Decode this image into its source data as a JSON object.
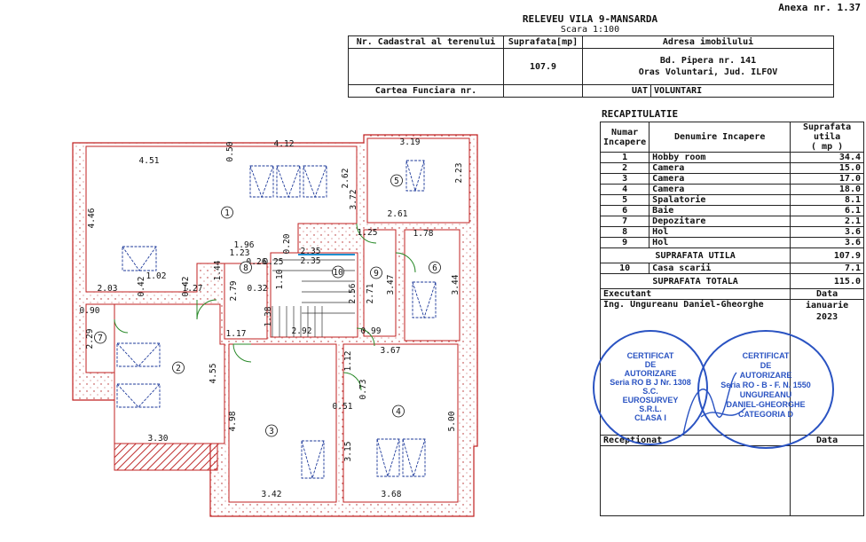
{
  "annex": "Anexa nr. 1.37",
  "title": "RELEVEU VILA 9-MANSARDA",
  "scale": "Scara 1:100",
  "info_table": {
    "h_cadastral": "Nr. Cadastral al terenului",
    "h_area": "Suprafata[mp]",
    "h_address": "Adresa imobilului",
    "area_value": "107.9",
    "address_line1": "Bd. Pipera nr. 141",
    "address_line2": "Oras Voluntari, Jud. ILFOV",
    "carte_funciara": "Cartea Funciara nr.",
    "uat_label": "UAT",
    "uat_value": "VOLUNTARI"
  },
  "recap": {
    "title": "RECAPITULATIE",
    "h_num": "Numar",
    "h_num2": "Incapere",
    "h_name": "Denumire Incapere",
    "h_area": "Suprafata utila",
    "h_area_unit": "( mp )",
    "rooms": [
      {
        "n": "1",
        "name": "Hobby room",
        "area": "34.4"
      },
      {
        "n": "2",
        "name": "Camera",
        "area": "15.0"
      },
      {
        "n": "3",
        "name": "Camera",
        "area": "17.0"
      },
      {
        "n": "4",
        "name": "Camera",
        "area": "18.0"
      },
      {
        "n": "5",
        "name": "Spalatorie",
        "area": "8.1"
      },
      {
        "n": "6",
        "name": "Baie",
        "area": "6.1"
      },
      {
        "n": "7",
        "name": "Depozitare",
        "area": "2.1"
      },
      {
        "n": "8",
        "name": "Hol",
        "area": "3.6"
      },
      {
        "n": "9",
        "name": "Hol",
        "area": "3.6"
      }
    ],
    "useful_label": "SUPRAFATA UTILA",
    "useful_value": "107.9",
    "stair_n": "10",
    "stair_name": "Casa scarii",
    "stair_area": "7.1",
    "total_label": "SUPRAFATA TOTALA",
    "total_value": "115.0",
    "executant_label": "Executant",
    "date_label": "Data",
    "executant_name": "Ing. Ungureanu Daniel-Gheorghe",
    "date_value_1": "ianuarie",
    "date_value_2": "2023",
    "receptionat_label": "Receptionat",
    "date_label_2": "Data"
  },
  "stamp1": {
    "lines": [
      "CERTIFICAT",
      "DE",
      "AUTORIZARE",
      "Seria RO B J Nr. 1308",
      "S.C.",
      "EUROSURVEY",
      "S.R.L.",
      "CLASA I"
    ]
  },
  "stamp2": {
    "lines": [
      "CERTIFICAT",
      "DE",
      "AUTORIZARE",
      "Seria RO - B - F. N. 1550",
      "UNGUREANU",
      "DANIEL-GHEORGHE",
      "CATEGORIA D"
    ]
  },
  "plan_labels": {
    "d_451": "4.51",
    "d_050": "0.50",
    "d_412": "4.12",
    "d_319": "3.19",
    "d_262": "2.62",
    "d_223": "2.23",
    "d_446": "4.46",
    "d_372": "3.72",
    "d_261": "2.61",
    "d_125": "1.25",
    "d_178": "1.78",
    "d_196": "1.96",
    "d_123": "1.23",
    "d_020": "0.20",
    "d_235a": "2.35",
    "d_235b": "2.35",
    "d_026": "0.26",
    "d_025": "0.25",
    "d_203": "2.03",
    "d_102": "1.02",
    "d_042a": "0.42",
    "d_042b": "0.42",
    "d_127": "1.27",
    "d_144": "1.44",
    "d_279": "2.79",
    "d_032": "0.32",
    "d_110": "1.10",
    "d_256": "2.56",
    "d_271": "2.71",
    "d_347": "3.47",
    "d_344": "3.44",
    "d_090": "0.90",
    "d_229": "2.29",
    "d_138": "1.38",
    "d_117": "1.17",
    "d_292": "2.92",
    "d_099": "0.99",
    "d_367": "3.67",
    "d_112": "1.12",
    "d_455": "4.55",
    "d_073": "0.73",
    "d_051": "0.51",
    "d_498": "4.98",
    "d_500": "5.00",
    "d_330": "3.30",
    "d_315": "3.15",
    "d_342": "3.42",
    "d_368": "3.68",
    "r1": "1",
    "r2": "2",
    "r3": "3",
    "r4": "4",
    "r5": "5",
    "r6": "6",
    "r7": "7",
    "r8": "8",
    "r9": "9",
    "r10": "10"
  }
}
